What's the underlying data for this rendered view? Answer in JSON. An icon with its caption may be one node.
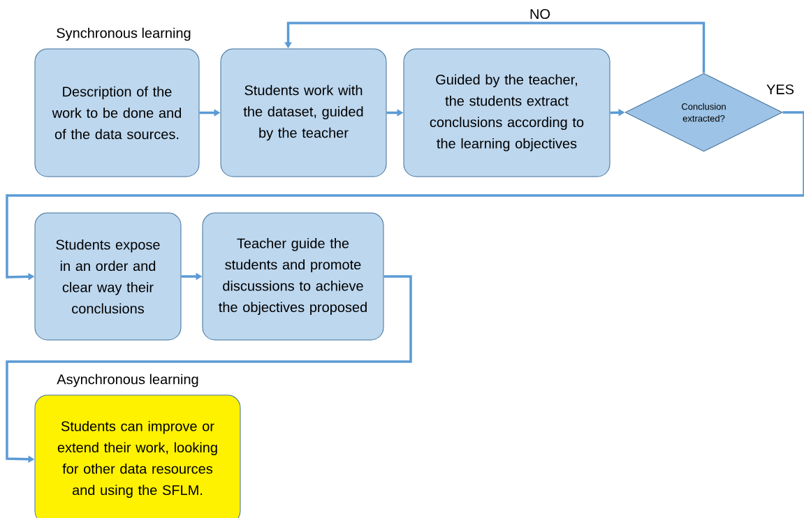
{
  "diagram": {
    "nodes": [
      {
        "text": [
          "Description of the work to be done and of the data sources."
        ]
      },
      {
        "text": [
          "Students work with the dataset, guided by the teacher"
        ]
      },
      {
        "text": [
          "Guided by the teacher, the students extract conclusions according to the learning objectives"
        ]
      },
      {
        "text": [
          "Conclusion extracted?"
        ]
      },
      {
        "text": [
          "Students expose in an order and clear way their conclusions"
        ]
      },
      {
        "text": [
          "Teacher guide the students and promote discussions to achieve the objectives proposed"
        ]
      },
      {
        "text": [
          "Students can improve or extend their work, looking for other data resources and using the SFLM."
        ]
      }
    ],
    "edges": [
      {
        "from": 0,
        "to": 1,
        "arrow": "to"
      },
      {
        "from": 1,
        "to": 2,
        "arrow": "to"
      },
      {
        "from": 2,
        "to": 3,
        "arrow": "to"
      },
      {
        "from": 3,
        "to": 1,
        "arrow": "to",
        "label": "NO"
      },
      {
        "from": 3,
        "to": 4,
        "arrow": "to",
        "label": "YES"
      },
      {
        "from": 4,
        "to": 5,
        "arrow": "to"
      },
      {
        "from": 5,
        "to": 6,
        "arrow": "to"
      }
    ],
    "labels": [
      "Synchronous learning",
      "Asynchronous learning"
    ]
  }
}
